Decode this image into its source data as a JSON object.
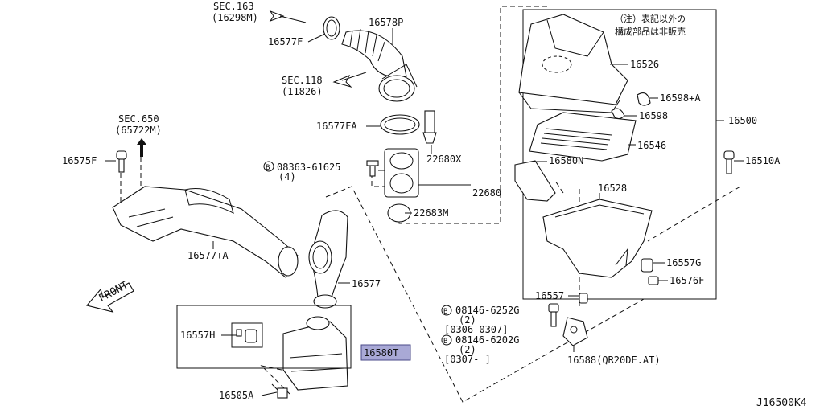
{
  "diagram": {
    "code": "J16500K4",
    "note_line1": "（注）表記以外の",
    "note_line2": "構成部品は非販売",
    "front_label": "FRONT",
    "refs": {
      "sec163": "SEC.163",
      "sec163_sub": "(16298M)",
      "sec118": "SEC.118",
      "sec118_sub": "(11826)",
      "sec650": "SEC.650",
      "sec650_sub": "(65722M)"
    },
    "labels": {
      "p16577F": "16577F",
      "p16578P": "16578P",
      "p16577FA": "16577FA",
      "p22680X": "22680X",
      "p08363": "08363-61625",
      "p08363_qty": "(4)",
      "p22680": "22680",
      "p22683M": "22683M",
      "p16575F": "16575F",
      "p16577A": "16577+A",
      "p16577": "16577",
      "p16557H": "16557H",
      "p16580T": "16580T",
      "p16505A": "16505A",
      "p16526": "16526",
      "p16598A": "16598+A",
      "p16598": "16598",
      "p16546": "16546",
      "p16580N": "16580N",
      "p16500": "16500",
      "p16510A": "16510A",
      "p16528": "16528",
      "p16557G": "16557G",
      "p16576F": "16576F",
      "p16557": "16557",
      "p08146a": "08146-6252G",
      "p08146a_qty": "(2)",
      "p08146a_range": "[0306-0307]",
      "p08146b": "08146-6202G",
      "p08146b_qty": "(2)",
      "p08146b_range": "[0307-     ]",
      "p16588": "16588(QR20DE.AT)",
      "bolt_sym": "B"
    }
  }
}
